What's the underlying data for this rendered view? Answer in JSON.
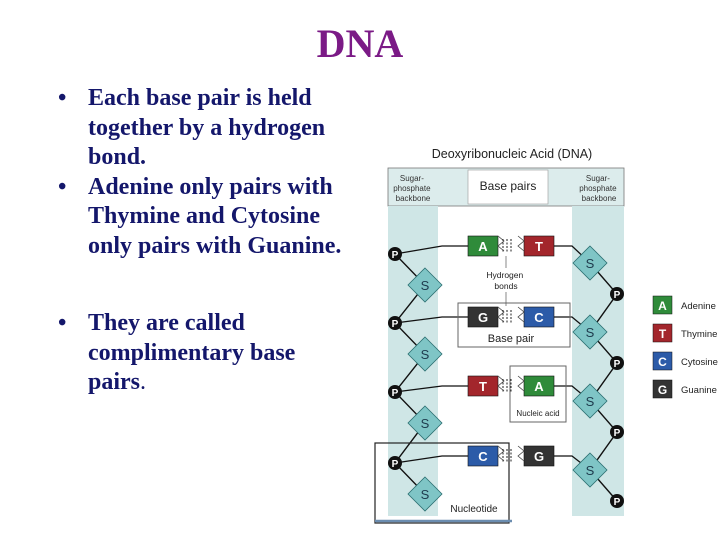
{
  "slide": {
    "title": "DNA",
    "bullets": [
      {
        "text": "Each base pair is held together by a hydrogen bond."
      },
      {
        "text": " Adenine only pairs with Thymine and Cytosine only pairs with Guanine."
      },
      {
        "text": "They are called complimentary base pairs",
        "tail": "."
      }
    ]
  },
  "diagram": {
    "header": "Deoxyribonucleic Acid (DNA)",
    "left_backbone": "Sugar-\nphosphate\nbackbone",
    "base_pairs_label": "Base pairs",
    "right_backbone": "Sugar-\nphosphate\nbackbone",
    "phosphate_letter": "P",
    "sugar_letter": "S",
    "hydrogen_bonds": "Hydrogen\nbonds",
    "base_pair_caption": "Base pair",
    "nucleic_acid_caption": "Nucleic acid",
    "nucleotide_caption": "Nucleotide",
    "pairs": [
      {
        "left": "A",
        "right": "T"
      },
      {
        "left": "G",
        "right": "C"
      },
      {
        "left": "T",
        "right": "A"
      },
      {
        "left": "C",
        "right": "G"
      }
    ],
    "legend": [
      {
        "letter": "A",
        "name": "Adenine",
        "color": "#2f8b3a"
      },
      {
        "letter": "T",
        "name": "Thymine",
        "color": "#a3262c"
      },
      {
        "letter": "C",
        "name": "Cytosine",
        "color": "#2c5ba8"
      },
      {
        "letter": "G",
        "name": "Guanine",
        "color": "#333333"
      }
    ],
    "colors": {
      "A": "#2f8b3a",
      "T": "#a3262c",
      "C": "#2c5ba8",
      "G": "#333333",
      "sugar": "#7fc5c6",
      "backbone_band": "#cfe6e6",
      "header_band": "#dcecec"
    }
  }
}
